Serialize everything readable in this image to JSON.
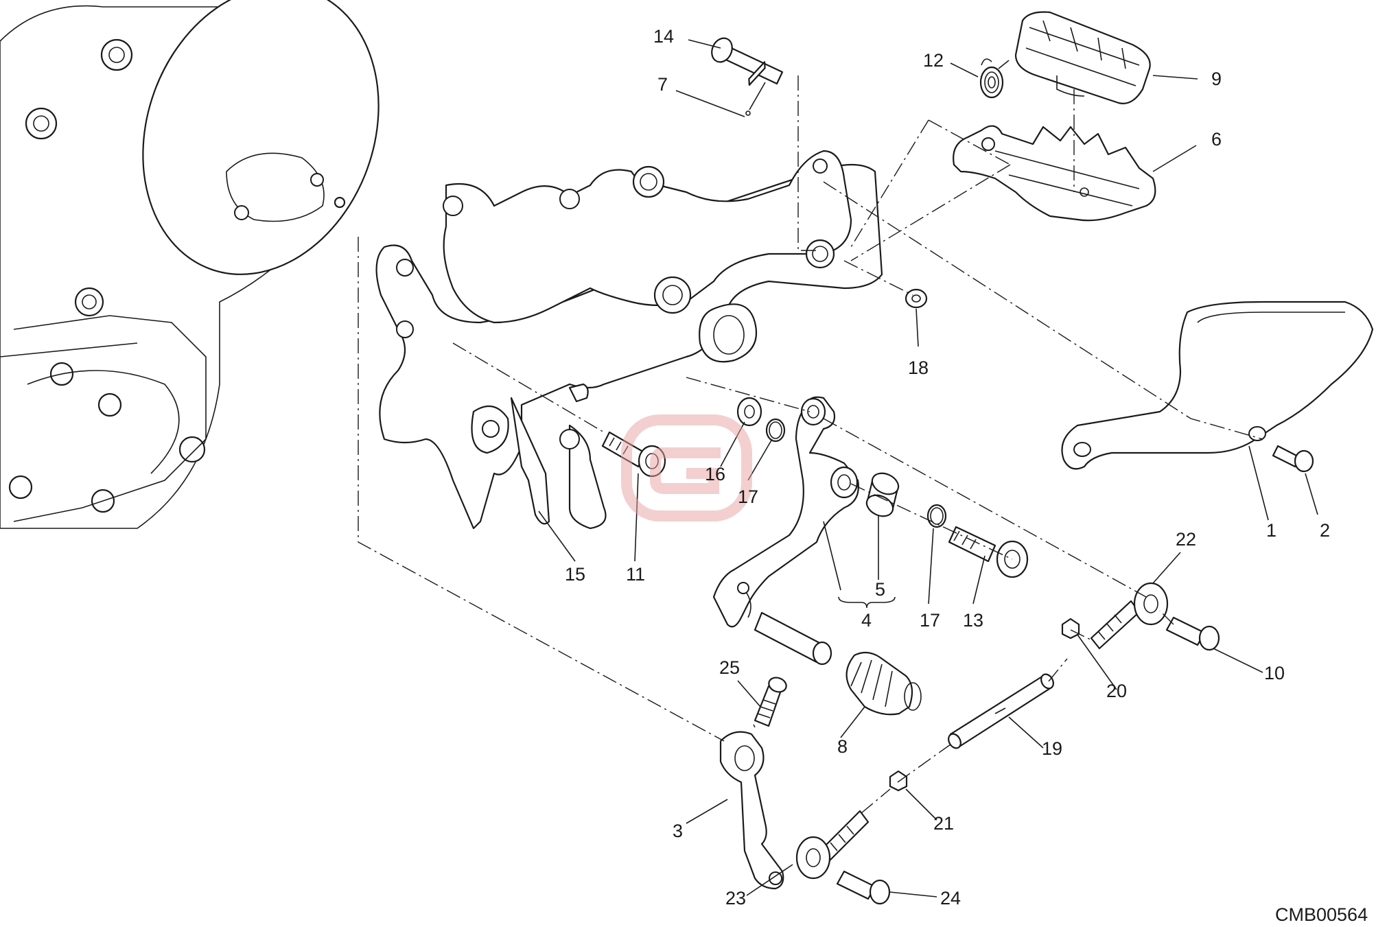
{
  "diagram": {
    "code": "CMB00564",
    "callouts": {
      "c1": "1",
      "c2": "2",
      "c3": "3",
      "c4": "4",
      "c5": "5",
      "c6": "6",
      "c7": "7",
      "c8": "8",
      "c9": "9",
      "c10": "10",
      "c11": "11",
      "c12": "12",
      "c13": "13",
      "c14": "14",
      "c15": "15",
      "c16": "16",
      "c17a": "17",
      "c17b": "17",
      "c18": "18",
      "c19": "19",
      "c20": "20",
      "c21": "21",
      "c22": "22",
      "c23": "23",
      "c24": "24",
      "c25": "25"
    },
    "watermark_color": "#e8a0a0"
  }
}
